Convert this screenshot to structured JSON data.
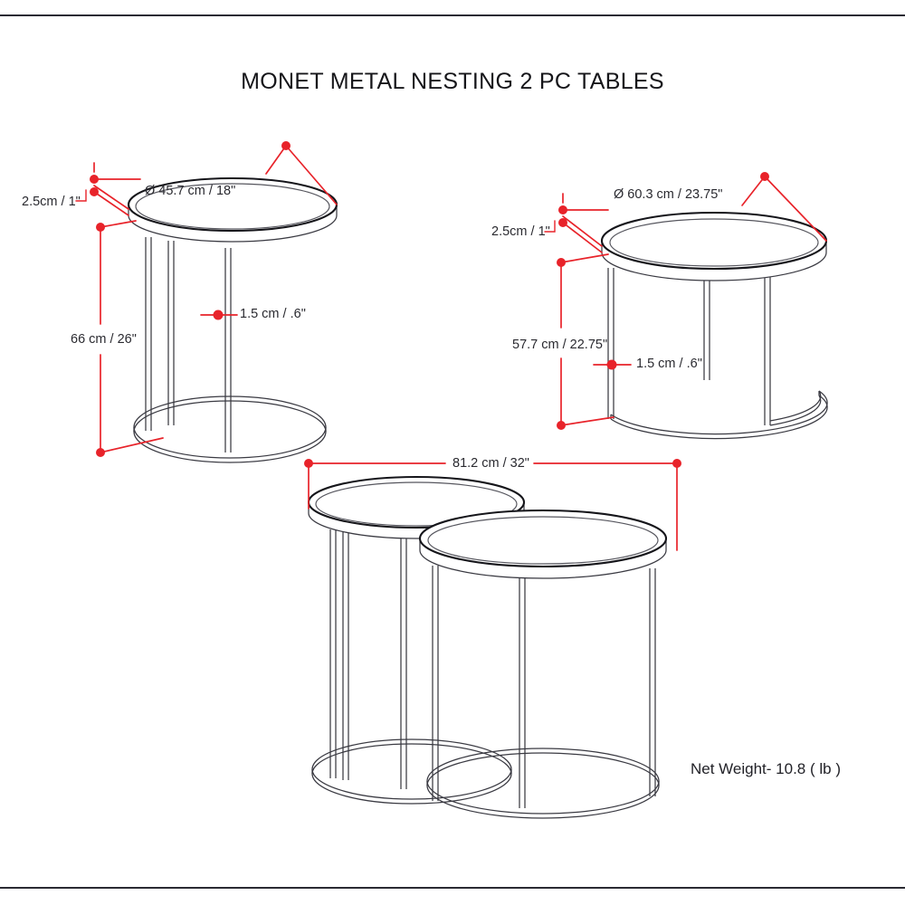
{
  "document": {
    "title": "MONET METAL NESTING 2 PC TABLES",
    "net_weight": "Net Weight- 10.8 ( lb )"
  },
  "colors": {
    "dimension_red": "#e8232a",
    "line_dark": "#15151a",
    "line_gray": "#56565e",
    "text": "#222228",
    "background": "#ffffff"
  },
  "views": {
    "small_table": {
      "name": "small-nesting-table",
      "dimensions": {
        "diameter": "Ø 45.7 cm / 18\"",
        "top_thickness": "2.5cm / 1\"",
        "tube_diameter": "1.5 cm / .6\"",
        "height": "66 cm / 26\""
      }
    },
    "large_table": {
      "name": "large-nesting-table",
      "dimensions": {
        "diameter": "Ø 60.3 cm / 23.75\"",
        "top_thickness": "2.5cm / 1\"",
        "tube_diameter": "1.5 cm / .6\"",
        "height": "57.7 cm / 22.75\""
      }
    },
    "nested_pair": {
      "name": "nested-pair-assembly",
      "dimensions": {
        "overall_width": "81.2 cm / 32\""
      }
    }
  },
  "icons": {
    "diameter_symbol": "diameter-icon",
    "dimension_endpoint": "dimension-dot-icon"
  }
}
